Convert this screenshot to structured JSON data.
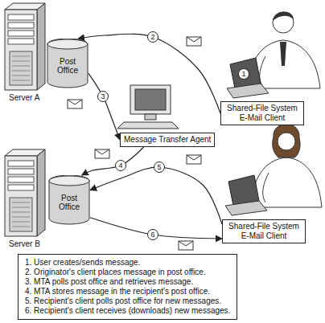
{
  "diagram": {
    "nodes": [
      {
        "text": [
          "Post Office"
        ]
      },
      {
        "text": [
          "Shared-File System E-Mail Client"
        ]
      },
      {
        "text": [
          "Message Transfer Agent"
        ]
      },
      {
        "text": [
          "Post Office"
        ]
      },
      {
        "text": [
          "Shared-File System E-Mail Client"
        ]
      },
      {
        "text": [
          "1. User creates/sends message.",
          "2. Originator's client places message in post office.",
          "3. MTA polls post office and retrieves message.",
          "4. MTA stores message in the recipient's post office.",
          "5. Recipient's client polls post office for new messages.",
          "6. Recipient's client receives (downloads) new messages."
        ]
      }
    ],
    "edges": [
      {
        "from": 1,
        "to": 0,
        "label": "2",
        "arrow": "to"
      },
      {
        "from": 0,
        "to": 2,
        "label": "3",
        "arrow": "to"
      },
      {
        "from": 2,
        "to": 3,
        "label": "4",
        "arrow": "to"
      },
      {
        "from": 4,
        "to": 3,
        "label": "5",
        "arrow": "to"
      },
      {
        "from": 3,
        "to": 4,
        "label": "6",
        "arrow": "to"
      }
    ],
    "labels": [
      "1",
      "Server A",
      "Server B"
    ]
  }
}
